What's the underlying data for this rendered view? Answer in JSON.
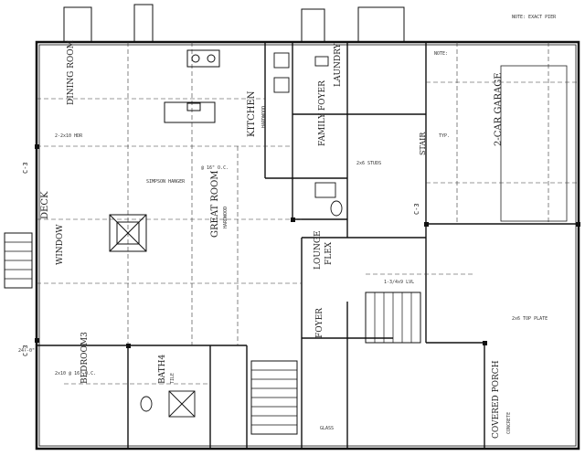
{
  "rooms": {
    "dining": "DINING ROOM",
    "deck": "DECK",
    "kitchen": "KITCHEN",
    "family_foyer": "FAMILY FOYER",
    "laundry": "LAUNDRY",
    "great_room": "GREAT ROOM",
    "window": "WINDOW",
    "lounge": "LOUNGE",
    "flex": "FLEX",
    "foyer": "FOYER",
    "bedroom3": "BEDROOM3",
    "bath4": "BATH4",
    "garage": "2-CAR GARAGE",
    "covered_porch": "COVERED PORCH",
    "stair_label": "STAIR"
  },
  "labels": {
    "grid_c3_left": "C-3",
    "grid_c3_mid": "C-3",
    "grid_c3_bottom": "C-3",
    "hardwood_1": "HARDWOOD",
    "hardwood_2": "HARDWOOD",
    "tile": "TILE",
    "concrete": "CONCRETE",
    "note_title": "NOTE:"
  }
}
